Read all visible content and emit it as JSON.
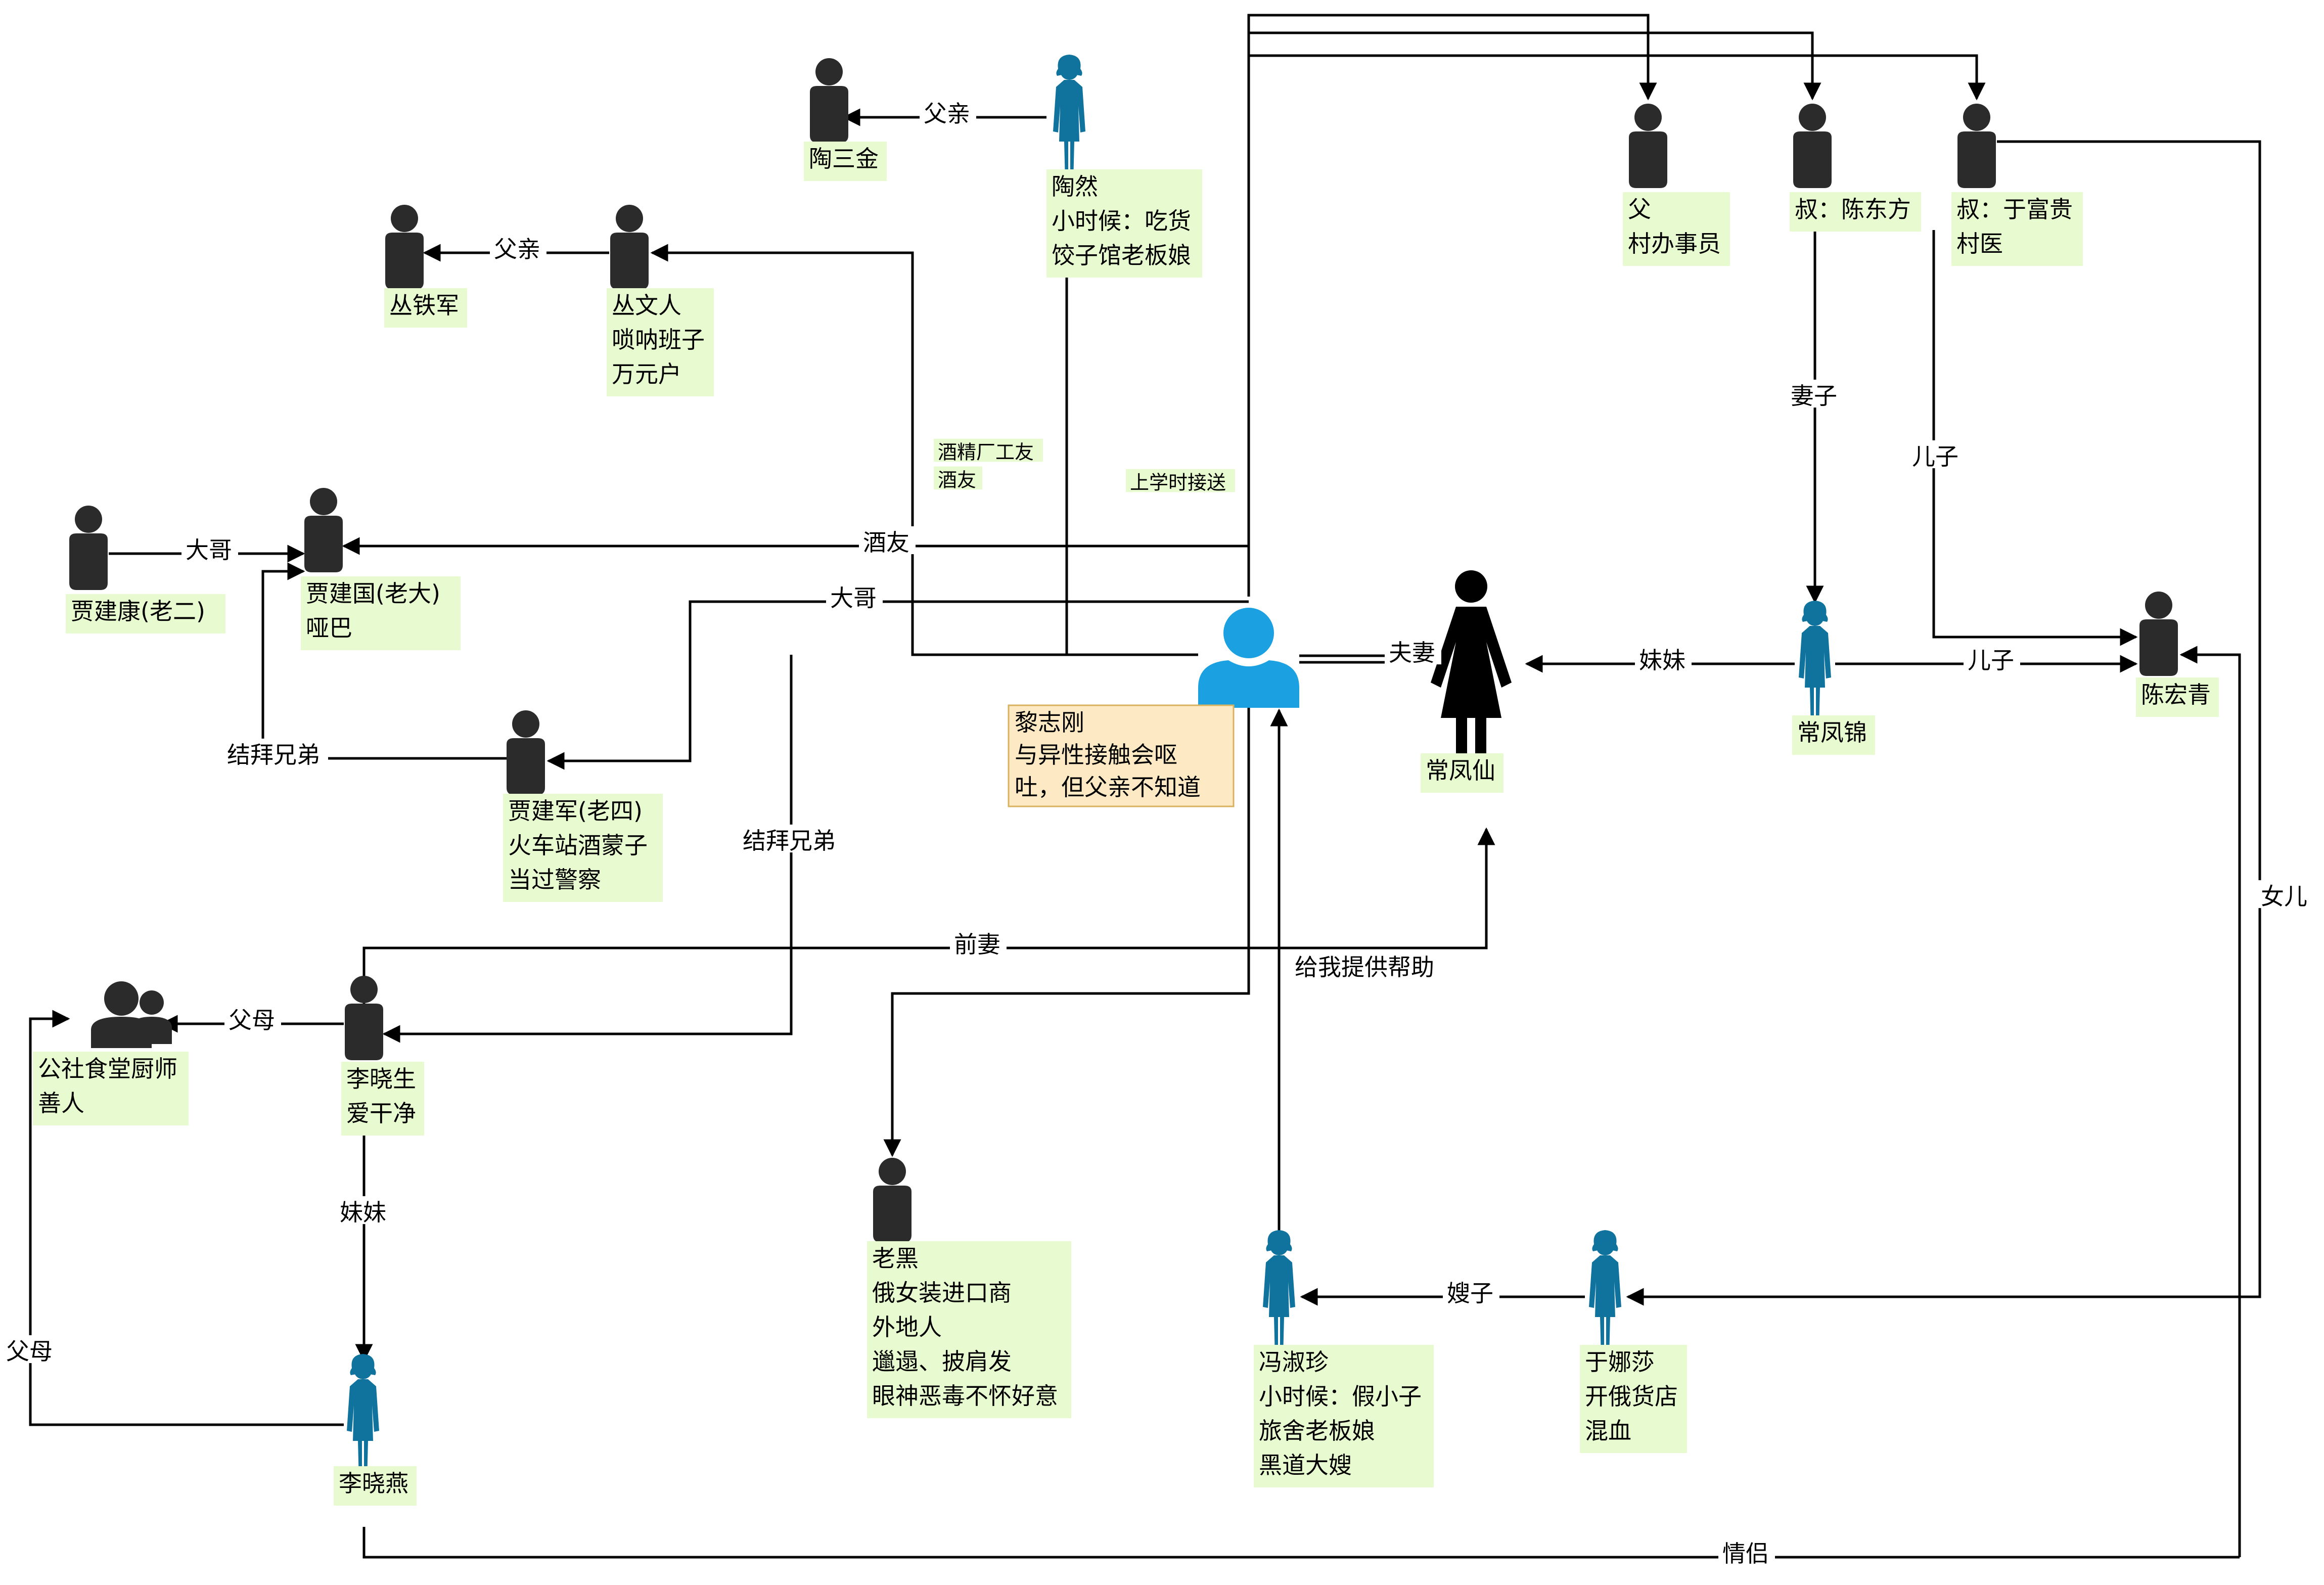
{
  "diagram": {
    "colors": {
      "person": "#2b2b2b",
      "woman_blue": "#10739e",
      "main_user": "#1ba1e2",
      "caption_bg": "#e8fbd0",
      "note_bg": "#fde9c4"
    },
    "people": [
      {
        "id": "taosanjin",
        "lines": [
          "陶三金"
        ],
        "icon": "person-icon"
      },
      {
        "id": "taoran",
        "lines": [
          "陶然",
          "小时候：吃货",
          "饺子馆老板娘"
        ],
        "icon": "woman-icon"
      },
      {
        "id": "congtiejun",
        "lines": [
          "丛铁军"
        ],
        "icon": "person-icon"
      },
      {
        "id": "congwenren",
        "lines": [
          "丛文人",
          "唢呐班子",
          "万元户"
        ],
        "icon": "person-icon"
      },
      {
        "id": "fu",
        "lines": [
          "父",
          "村办事员"
        ],
        "icon": "person-icon"
      },
      {
        "id": "chendongfang",
        "lines": [
          "叔：陈东方"
        ],
        "icon": "person-icon"
      },
      {
        "id": "yufugui",
        "lines": [
          "叔：于富贵",
          "村医"
        ],
        "icon": "person-icon"
      },
      {
        "id": "jiajiankang",
        "lines": [
          "贾建康(老二)"
        ],
        "icon": "person-icon"
      },
      {
        "id": "jiajianguo",
        "lines": [
          "贾建国(老大)",
          "哑巴"
        ],
        "icon": "person-icon"
      },
      {
        "id": "jiajianjun",
        "lines": [
          "贾建军(老四)",
          "火车站酒蒙子",
          "当过警察"
        ],
        "icon": "person-icon"
      },
      {
        "id": "changfengxian",
        "lines": [
          "常凤仙"
        ],
        "icon": "woman-dress-icon"
      },
      {
        "id": "changfengjin",
        "lines": [
          "常凤锦"
        ],
        "icon": "woman-icon"
      },
      {
        "id": "chenhongqing",
        "lines": [
          "陈宏青"
        ],
        "icon": "person-icon"
      },
      {
        "id": "gongshe",
        "lines": [
          "公社食堂厨师",
          "善人"
        ],
        "icon": "group-icon"
      },
      {
        "id": "lixiaosheng",
        "lines": [
          "李晓生",
          "爱干净"
        ],
        "icon": "person-icon"
      },
      {
        "id": "lixiaoyan",
        "lines": [
          "李晓燕"
        ],
        "icon": "woman-icon"
      },
      {
        "id": "laohei",
        "lines": [
          "老黑",
          "俄女装进口商",
          "外地人",
          "邋遢、披肩发",
          "眼神恶毒不怀好意"
        ],
        "icon": "person-icon"
      },
      {
        "id": "fengshuzhen",
        "lines": [
          "冯淑珍",
          "小时候：假小子",
          "旅舍老板娘",
          "黑道大嫂"
        ],
        "icon": "woman-icon"
      },
      {
        "id": "yunasha",
        "lines": [
          "于娜莎",
          "开俄货店",
          "混血"
        ],
        "icon": "woman-icon"
      }
    ],
    "main": {
      "id": "lizhigang",
      "icon": "user-icon",
      "lines": [
        "黎志刚",
        "与异性接触会呕",
        "吐，但父亲不知道"
      ]
    },
    "edge_labels": [
      "父亲",
      "父亲",
      "大哥",
      "结拜兄弟",
      "酒友",
      "大哥",
      "酒精厂工友",
      "酒友",
      "上学时接送",
      "夫妻",
      "妹妹",
      "儿子",
      "妻子",
      "儿子",
      "女儿",
      "前妻",
      "父母",
      "结拜兄弟",
      "给我提供帮助",
      "妹妹",
      "父母",
      "嫂子",
      "情侣"
    ]
  }
}
